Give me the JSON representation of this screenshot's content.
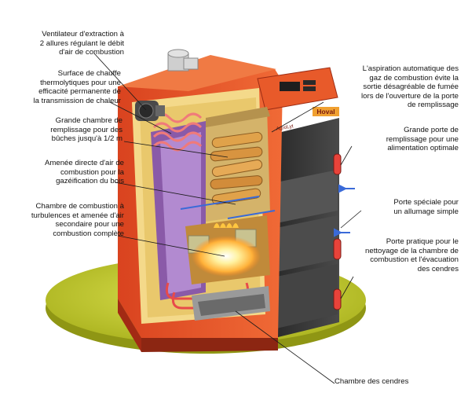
{
  "labels": {
    "fan": "Ventilateur d'extraction à\n2 allures régulant le débit\nd'air de combustion",
    "surface": "Surface de chauffe\nthermolytiques pour une\nefficacité permanente de\nla transmission de chaleur",
    "chamber": "Grande chambre de\nremplissage pour des\nbûches jusqu'à 1/2 m",
    "air": "Amenée directe d'air de\ncombustion pour la\ngazéification du bois",
    "combustion": "Chambre de combustion à\nturbulences et amenée d'air\nsecondaire pour une\ncombustion complète",
    "aspiration": "L'aspiration automatique des\ngaz de combustion évite la\nsortie désagréable de fumée\nlors de l'ouverture de la porte\nde remplissage",
    "bigdoor": "Grande porte de\nremplissage pour une\nalimentation optimale",
    "ignition": "Porte spéciale pour\nun allumage simple",
    "cleaning": "Porte pratique pour le\nnettoyage de la chambre de\ncombustion et l'évacuation\ndes cendres",
    "ash": "Chambre des cendres"
  },
  "brand": {
    "plate": "Hoval",
    "model": "AgroLyt"
  },
  "colors": {
    "casing": "#e8542a",
    "casing_dark": "#b8321a",
    "insulation": "#f4d98a",
    "inner_purple": "#8a5aa8",
    "base_disc": "#c9cf2e",
    "flame": "#ffd34a",
    "steel": "#3a3a3a"
  }
}
